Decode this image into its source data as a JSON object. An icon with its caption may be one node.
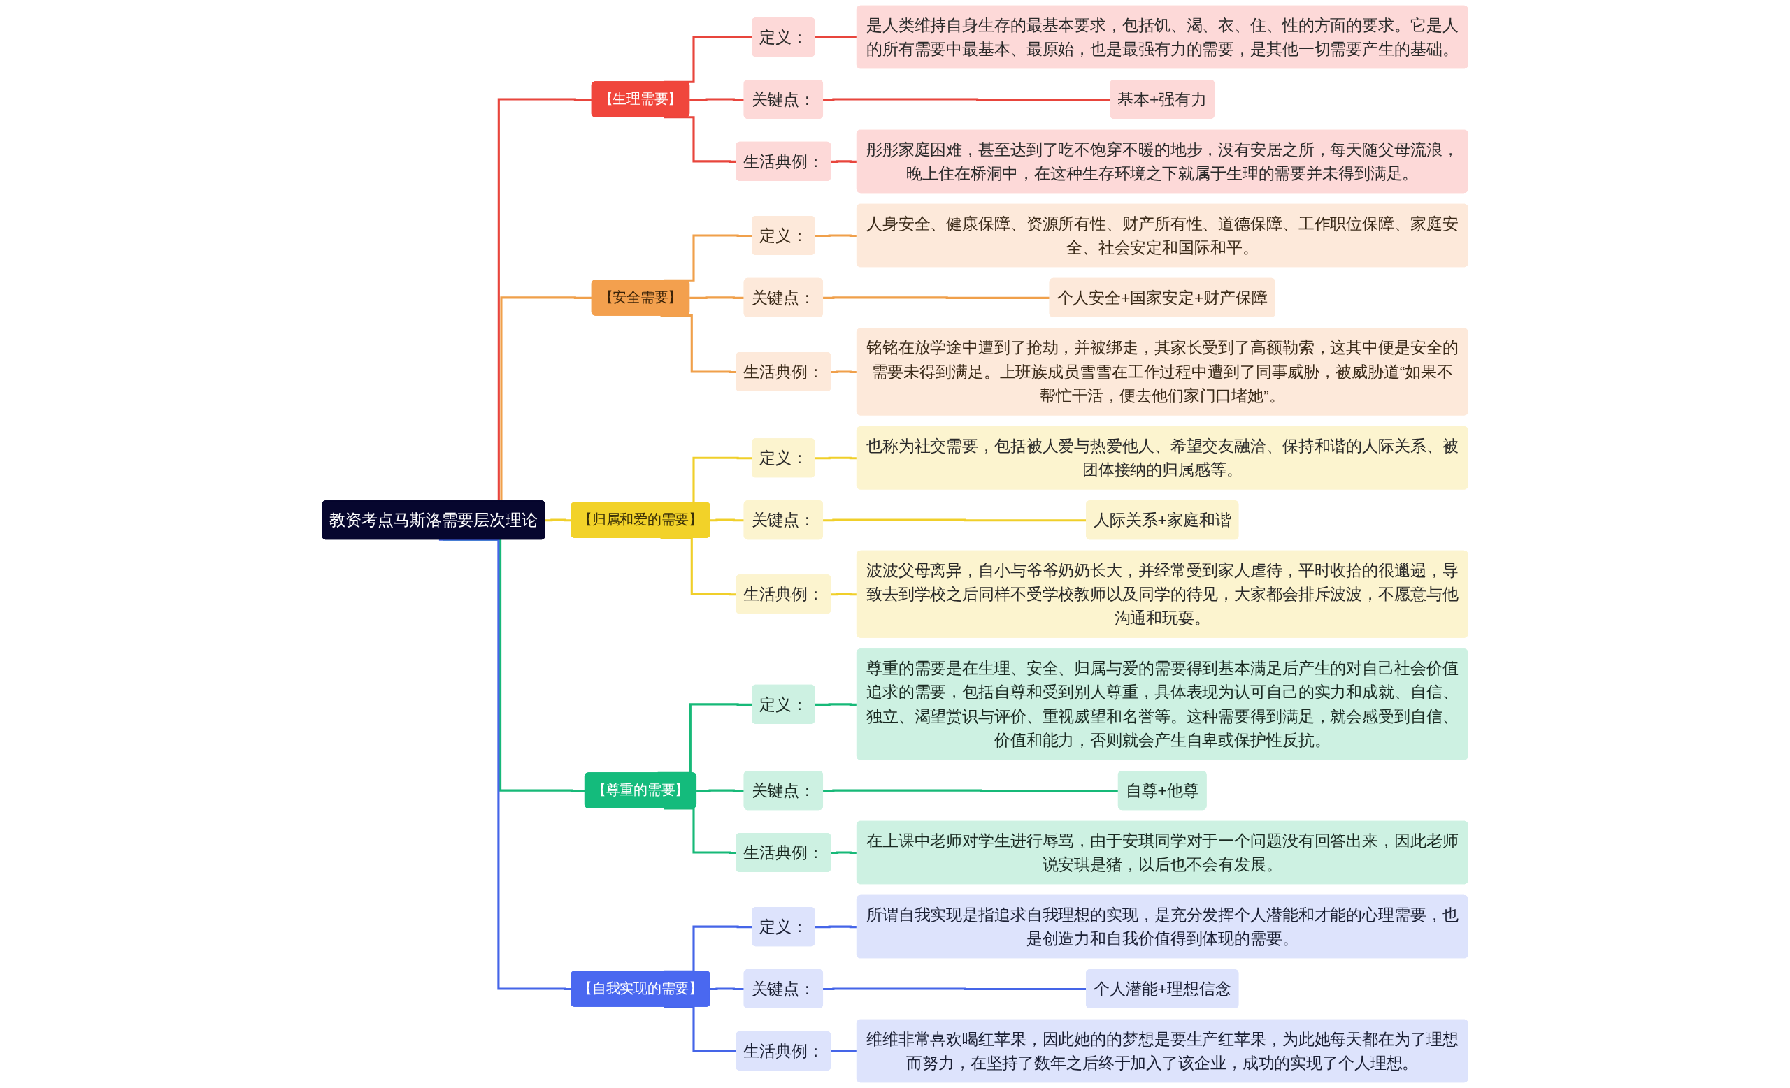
{
  "diagram": {
    "nodes": [
      {
        "text": [
          "教资考点马斯洛需要层次理论"
        ]
      },
      {
        "text": [
          "【生理需要】"
        ]
      },
      {
        "text": [
          "定义："
        ]
      },
      {
        "text": [
          "是人类维持自身生存的最基本要求，包括饥、渴、衣、住、性的方面的要求。它是人的所有需要中最基本、最原始，也是最强有力的需要，是其他一切需要产生的基础。"
        ]
      },
      {
        "text": [
          "关键点："
        ]
      },
      {
        "text": [
          "基本+强有力"
        ]
      },
      {
        "text": [
          "生活典例："
        ]
      },
      {
        "text": [
          "彤彤家庭困难，甚至达到了吃不饱穿不暖的地步，没有安居之所，每天随父母流浪，晚上住在桥洞中，在这种生存环境之下就属于生理的需要并未得到满足。"
        ]
      },
      {
        "text": [
          "【安全需要】"
        ]
      },
      {
        "text": [
          "定义："
        ]
      },
      {
        "text": [
          "人身安全、健康保障、资源所有性、财产所有性、道德保障、工作职位保障、家庭安全、社会安定和国际和平。"
        ]
      },
      {
        "text": [
          "关键点："
        ]
      },
      {
        "text": [
          "个人安全+国家安定+财产保障"
        ]
      },
      {
        "text": [
          "生活典例："
        ]
      },
      {
        "text": [
          "铭铭在放学途中遭到了抢劫，并被绑走，其家长受到了高额勒索，这其中便是安全的需要未得到满足。上班族成员雪雪在工作过程中遭到了同事威胁，被威胁道“如果不帮忙干活，便去他们家门口堵她”。"
        ]
      },
      {
        "text": [
          "【归属和爱的需要】"
        ]
      },
      {
        "text": [
          "定义："
        ]
      },
      {
        "text": [
          "也称为社交需要，包括被人爱与热爱他人、希望交友融洽、保持和谐的人际关系、被团体接纳的归属感等。"
        ]
      },
      {
        "text": [
          "关键点："
        ]
      },
      {
        "text": [
          "人际关系+家庭和谐"
        ]
      },
      {
        "text": [
          "生活典例："
        ]
      },
      {
        "text": [
          "波波父母离异，自小与爷爷奶奶长大，并经常受到家人虐待，平时收拾的很邋遢，导致去到学校之后同样不受学校教师以及同学的待见，大家都会排斥波波，不愿意与他沟通和玩耍。"
        ]
      },
      {
        "text": [
          "【尊重的需要】"
        ]
      },
      {
        "text": [
          "定义："
        ]
      },
      {
        "text": [
          "尊重的需要是在生理、安全、归属与爱的需要得到基本满足后产生的对自己社会价值追求的需要，包括自尊和受到别人尊重，具体表现为认可自己的实力和成就、自信、独立、渴望赏识与评价、重视威望和名誉等。这种需要得到满足，就会感受到自信、价值和能力，否则就会产生自卑或保护性反抗。"
        ]
      },
      {
        "text": [
          "关键点："
        ]
      },
      {
        "text": [
          "自尊+他尊"
        ]
      },
      {
        "text": [
          "生活典例："
        ]
      },
      {
        "text": [
          "在上课中老师对学生进行辱骂，由于安琪同学对于一个问题没有回答出来，因此老师说安琪是猪，以后也不会有发展。"
        ]
      },
      {
        "text": [
          "【自我实现的需要】"
        ]
      },
      {
        "text": [
          "定义："
        ]
      },
      {
        "text": [
          "所谓自我实现是指追求自我理想的实现，是充分发挥个人潜能和才能的心理需要，也是创造力和自我价值得到体现的需要。"
        ]
      },
      {
        "text": [
          "关键点："
        ]
      },
      {
        "text": [
          "个人潜能+理想信念"
        ]
      },
      {
        "text": [
          "生活典例："
        ]
      },
      {
        "text": [
          "维维非常喜欢喝红苹果，因此她的的梦想是要生产红苹果，为此她每天都在为了理想而努力，在坚持了数年之后终于加入了该企业，成功的实现了个人理想。"
        ]
      }
    ],
    "edges": [
      {
        "from": 0,
        "to": 1,
        "arrow": "none",
        "color": "#e8453c"
      },
      {
        "from": 1,
        "to": 2,
        "arrow": "none",
        "color": "#e8453c"
      },
      {
        "from": 2,
        "to": 3,
        "arrow": "none",
        "color": "#e8453c"
      },
      {
        "from": 1,
        "to": 4,
        "arrow": "none",
        "color": "#e8453c"
      },
      {
        "from": 4,
        "to": 5,
        "arrow": "none",
        "color": "#e8453c"
      },
      {
        "from": 1,
        "to": 6,
        "arrow": "none",
        "color": "#e8453c"
      },
      {
        "from": 6,
        "to": 7,
        "arrow": "none",
        "color": "#e8453c"
      },
      {
        "from": 0,
        "to": 8,
        "arrow": "none",
        "color": "#f0a04b"
      },
      {
        "from": 8,
        "to": 9,
        "arrow": "none",
        "color": "#f0a04b"
      },
      {
        "from": 9,
        "to": 10,
        "arrow": "none",
        "color": "#f0a04b"
      },
      {
        "from": 8,
        "to": 11,
        "arrow": "none",
        "color": "#f0a04b"
      },
      {
        "from": 11,
        "to": 12,
        "arrow": "none",
        "color": "#f0a04b"
      },
      {
        "from": 8,
        "to": 13,
        "arrow": "none",
        "color": "#f0a04b"
      },
      {
        "from": 13,
        "to": 14,
        "arrow": "none",
        "color": "#f0a04b"
      },
      {
        "from": 0,
        "to": 15,
        "arrow": "none",
        "color": "#f0cf2a"
      },
      {
        "from": 15,
        "to": 16,
        "arrow": "none",
        "color": "#f0cf2a"
      },
      {
        "from": 16,
        "to": 17,
        "arrow": "none",
        "color": "#f0cf2a"
      },
      {
        "from": 15,
        "to": 18,
        "arrow": "none",
        "color": "#f0cf2a"
      },
      {
        "from": 18,
        "to": 19,
        "arrow": "none",
        "color": "#f0cf2a"
      },
      {
        "from": 15,
        "to": 20,
        "arrow": "none",
        "color": "#f0cf2a"
      },
      {
        "from": 20,
        "to": 21,
        "arrow": "none",
        "color": "#f0cf2a"
      },
      {
        "from": 0,
        "to": 22,
        "arrow": "none",
        "color": "#17b978"
      },
      {
        "from": 22,
        "to": 23,
        "arrow": "none",
        "color": "#17b978"
      },
      {
        "from": 23,
        "to": 24,
        "arrow": "none",
        "color": "#17b978"
      },
      {
        "from": 22,
        "to": 25,
        "arrow": "none",
        "color": "#17b978"
      },
      {
        "from": 25,
        "to": 26,
        "arrow": "none",
        "color": "#17b978"
      },
      {
        "from": 22,
        "to": 27,
        "arrow": "none",
        "color": "#17b978"
      },
      {
        "from": 27,
        "to": 28,
        "arrow": "none",
        "color": "#17b978"
      },
      {
        "from": 0,
        "to": 29,
        "arrow": "none",
        "color": "#4565e8"
      },
      {
        "from": 29,
        "to": 30,
        "arrow": "none",
        "color": "#4565e8"
      },
      {
        "from": 30,
        "to": 31,
        "arrow": "none",
        "color": "#4565e8"
      },
      {
        "from": 29,
        "to": 32,
        "arrow": "none",
        "color": "#4565e8"
      },
      {
        "from": 32,
        "to": 33,
        "arrow": "none",
        "color": "#4565e8"
      },
      {
        "from": 29,
        "to": 34,
        "arrow": "none",
        "color": "#4565e8"
      },
      {
        "from": 34,
        "to": 35,
        "arrow": "none",
        "color": "#4565e8"
      }
    ]
  }
}
